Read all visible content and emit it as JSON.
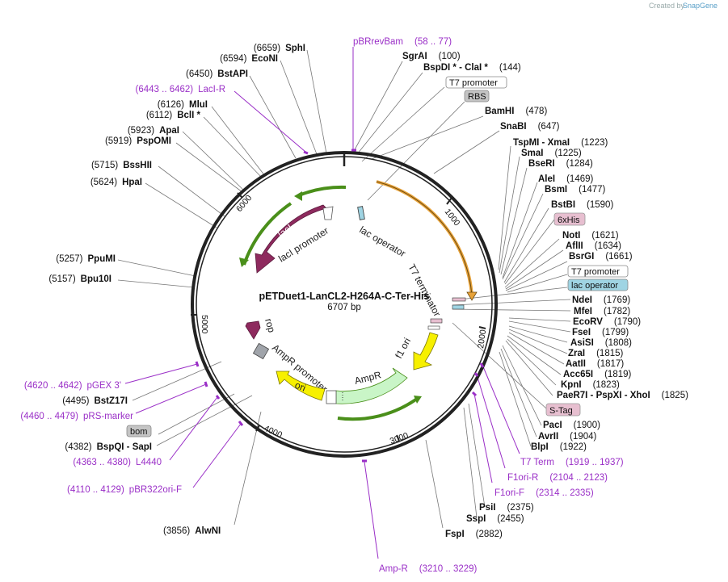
{
  "title": "pETDuet1-LanCL2-H264A-C-Ter-His",
  "length": "6707 bp",
  "credit": "Created by",
  "brand": "SnapGene",
  "colors": {
    "backbone": "#222222",
    "primer": "#9a2fc7",
    "lacI": "#8e2a5e",
    "rop": "#8e2a5e",
    "ori": "#f7f000",
    "ampR": "#c9f5c7",
    "promoter": "#4a8f1a",
    "orange_feature": "#e8a33a",
    "tag_6xHis": "#e7bfd0",
    "tag_sTag": "#e7bfd0",
    "tag_lac_operator": "#9fd4e3",
    "tag_rbs": "#c4c4c4",
    "tag_bom": "#c4c4c4"
  },
  "ticks": [
    "1000",
    "2000",
    "3000",
    "4000",
    "5000",
    "6000"
  ],
  "features": {
    "lacI": "lacI",
    "lacI_promoter": "lacI promoter",
    "lac_operator": "lac operator",
    "T7_terminator": "T7 terminator",
    "f1_ori": "f1 ori",
    "AmpR": "AmpR",
    "AmpR_promoter": "AmpR promoter",
    "ori": "ori",
    "rop": "rop"
  },
  "right_labels": [
    {
      "pos": "(100)",
      "name": "SgrAI"
    },
    {
      "pos": "(144)",
      "name": "BspDI * - ClaI *"
    },
    {
      "pos": "(478)",
      "name": "BamHI"
    },
    {
      "pos": "(647)",
      "name": "SnaBI"
    },
    {
      "pos": "(1223)",
      "name": "TspMI - XmaI"
    },
    {
      "pos": "(1225)",
      "name": "SmaI"
    },
    {
      "pos": "(1284)",
      "name": "BseRI"
    },
    {
      "pos": "(1469)",
      "name": "AleI"
    },
    {
      "pos": "(1477)",
      "name": "BsmI"
    },
    {
      "pos": "(1590)",
      "name": "BstBI"
    },
    {
      "pos": "(1621)",
      "name": "NotI"
    },
    {
      "pos": "(1634)",
      "name": "AflII"
    },
    {
      "pos": "(1661)",
      "name": "BsrGI"
    },
    {
      "pos": "(1769)",
      "name": "NdeI"
    },
    {
      "pos": "(1782)",
      "name": "MfeI"
    },
    {
      "pos": "(1790)",
      "name": "EcoRV"
    },
    {
      "pos": "(1799)",
      "name": "FseI"
    },
    {
      "pos": "(1808)",
      "name": "AsiSI"
    },
    {
      "pos": "(1815)",
      "name": "ZraI"
    },
    {
      "pos": "(1817)",
      "name": "AatII"
    },
    {
      "pos": "(1819)",
      "name": "Acc65I"
    },
    {
      "pos": "(1823)",
      "name": "KpnI"
    },
    {
      "pos": "(1825)",
      "name": "PaeR7I - PspXI - XhoI"
    },
    {
      "pos": "(1900)",
      "name": "PacI"
    },
    {
      "pos": "(1904)",
      "name": "AvrII"
    },
    {
      "pos": "(1922)",
      "name": "BlpI"
    },
    {
      "pos": "(2375)",
      "name": "PsiI"
    },
    {
      "pos": "(2455)",
      "name": "SspI"
    },
    {
      "pos": "(2882)",
      "name": "FspI"
    },
    {
      "pos": "(3856)",
      "name": "AlwNI"
    }
  ],
  "left_labels": [
    {
      "pos": "(6659)",
      "name": "SphI"
    },
    {
      "pos": "(6594)",
      "name": "EcoNI"
    },
    {
      "pos": "(6450)",
      "name": "BstAPI"
    },
    {
      "pos": "(6126)",
      "name": "MluI"
    },
    {
      "pos": "(6112)",
      "name": "BclI *"
    },
    {
      "pos": "(5923)",
      "name": "ApaI"
    },
    {
      "pos": "(5919)",
      "name": "PspOMI"
    },
    {
      "pos": "(5715)",
      "name": "BssHII"
    },
    {
      "pos": "(5624)",
      "name": "HpaI"
    },
    {
      "pos": "(5257)",
      "name": "PpuMI"
    },
    {
      "pos": "(5157)",
      "name": "Bpu10I"
    },
    {
      "pos": "(4495)",
      "name": "BstZ17I"
    },
    {
      "pos": "(4382)",
      "name": "BspQI - SapI"
    }
  ],
  "primers": [
    {
      "name": "pBRrevBam",
      "range": "(58 .. 77)"
    },
    {
      "name": "LacI-R",
      "range": "(6443 .. 6462)"
    },
    {
      "name": "pGEX 3'",
      "range": "(4620 .. 4642)"
    },
    {
      "name": "pRS-marker",
      "range": "(4460 .. 4479)"
    },
    {
      "name": "L4440",
      "range": "(4363 .. 4380)"
    },
    {
      "name": "pBR322ori-F",
      "range": "(4110 .. 4129)"
    },
    {
      "name": "T7 Term",
      "range": "(1919 .. 1937)"
    },
    {
      "name": "F1ori-R",
      "range": "(2104 .. 2123)"
    },
    {
      "name": "F1ori-F",
      "range": "(2314 .. 2335)"
    },
    {
      "name": "Amp-R",
      "range": "(3210 .. 3229)"
    }
  ],
  "boxes": {
    "t7_promoter_top": "T7 promoter",
    "rbs": "RBS",
    "his6": "6xHis",
    "t7_promoter_right": "T7 promoter",
    "lac_operator_right": "lac operator",
    "s_tag": "S-Tag",
    "bom": "bom"
  }
}
